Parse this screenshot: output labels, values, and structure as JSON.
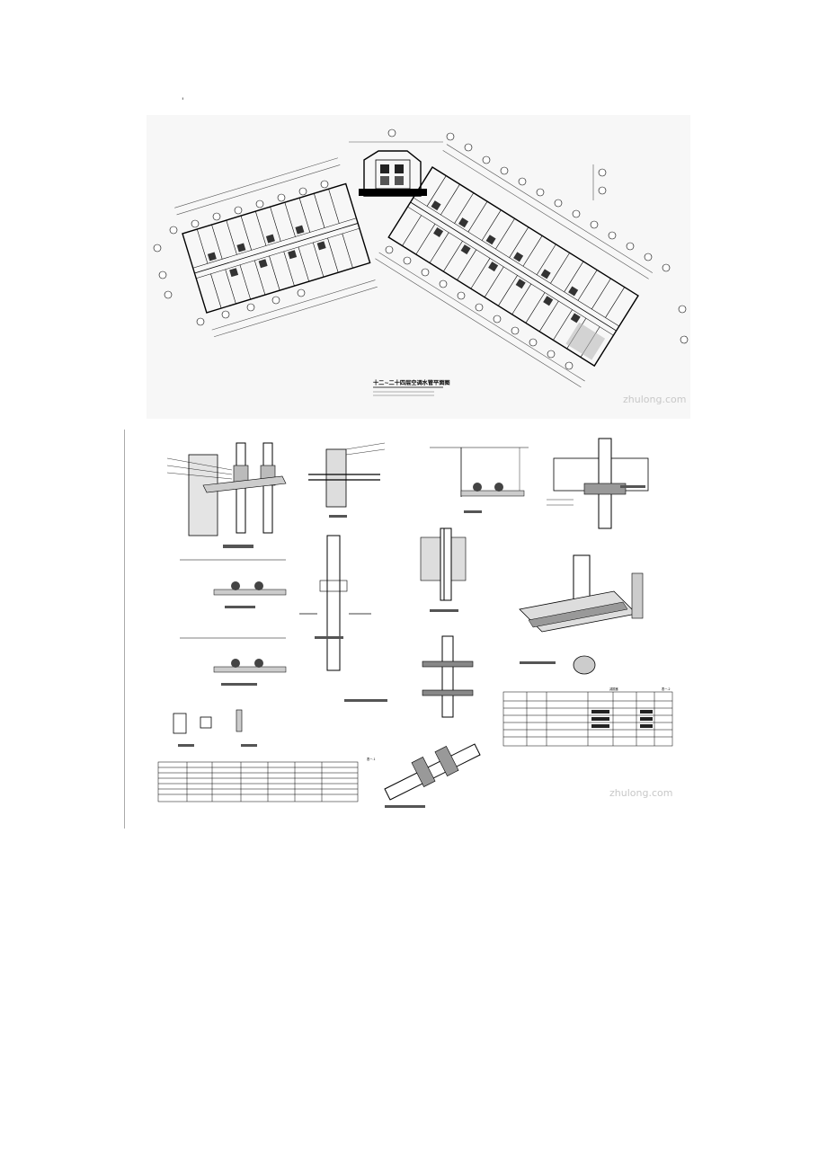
{
  "page": {
    "mark": "'"
  },
  "plan": {
    "title": "十二~二十四层空调水管平面图",
    "watermark": "zhulong.com"
  },
  "details": {
    "watermark": "zhulong.com",
    "table_right_title": "减振器",
    "table_left_code": "表一-1",
    "table_right_code": "表一-2"
  }
}
